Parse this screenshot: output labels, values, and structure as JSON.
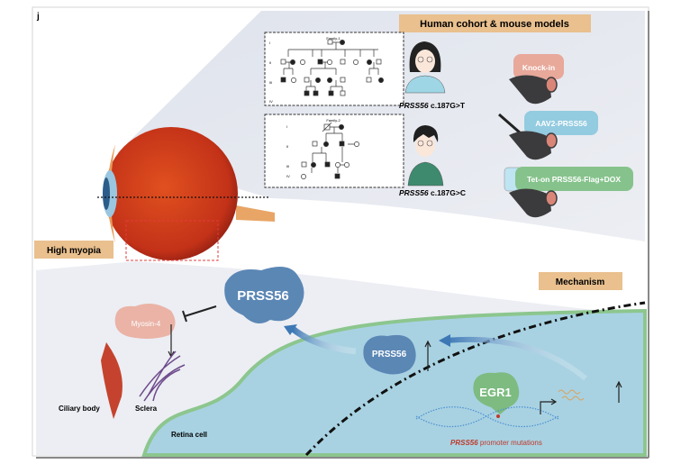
{
  "panel_letter": "j",
  "labels": {
    "cohort_title": "Human cohort & mouse models",
    "high_myopia": "High myopia",
    "mechanism": "Mechanism"
  },
  "pedigrees": [
    {
      "family": "Family-1",
      "generations": [
        "I",
        "II",
        "III",
        "IV"
      ]
    },
    {
      "family": "Family-2",
      "generations": [
        "I",
        "II",
        "III",
        "IV"
      ]
    }
  ],
  "patients": [
    {
      "gene": "PRSS56",
      "variant": "c.187G>T"
    },
    {
      "gene": "PRSS56",
      "variant": "c.187G>C"
    }
  ],
  "mouse_models": [
    {
      "label": "Knock-in",
      "color": "#e8a89a"
    },
    {
      "label": "AAV2-PRSS56",
      "color": "#93cbe0"
    },
    {
      "label": "Tet-on PRSS56-Flag+DOX",
      "color": "#86c38c"
    }
  ],
  "mechanism": {
    "prss56_secreted": "PRSS56",
    "prss56_intracellular": "PRSS56",
    "myosin": "Myosin-4",
    "egr1": "EGR1",
    "ciliary_body": "Ciliary body",
    "sclera": "Sclera",
    "retina_cell": "Retina cell",
    "promoter_gene": "PRSS56",
    "promoter_text": "promoter mutations"
  },
  "colors": {
    "label_box": "#e9c08e",
    "protein_blue": "#5b87b5",
    "egr1_green": "#7dbb80",
    "cell_blue": "#a8d2e2",
    "membrane_green": "#8cc68e",
    "myosin_pink": "#eab3a6",
    "promoter_red": "#c0392b"
  }
}
